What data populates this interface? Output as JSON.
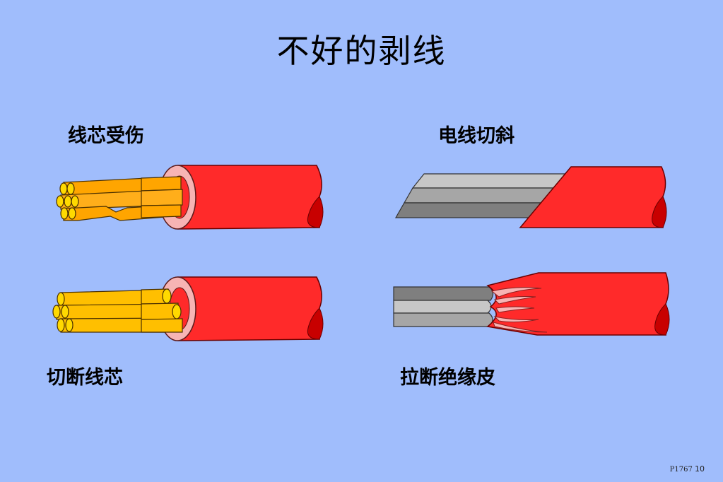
{
  "title": "不好的剥线",
  "panels": {
    "top_left": {
      "label": "线芯受伤"
    },
    "top_right": {
      "label": "电线切斜"
    },
    "bottom_left": {
      "label": "切断线芯"
    },
    "bottom_right": {
      "label": "拉断绝缘皮"
    }
  },
  "footer": {
    "code": "P1767",
    "page": "10"
  },
  "colors": {
    "background": "#a0bdfc",
    "insulation_red": "#ff2a2a",
    "insulation_dark": "#c80000",
    "insulation_inner": "#f7b4b4",
    "strand_orange": "#ffa500",
    "strand_yellow": "#ffd900",
    "strand_gold": "#ffbf00",
    "conductor_grey_light": "#c7c7c7",
    "conductor_grey_mid": "#a6a6a6",
    "conductor_grey_dark": "#7f7f7f"
  }
}
